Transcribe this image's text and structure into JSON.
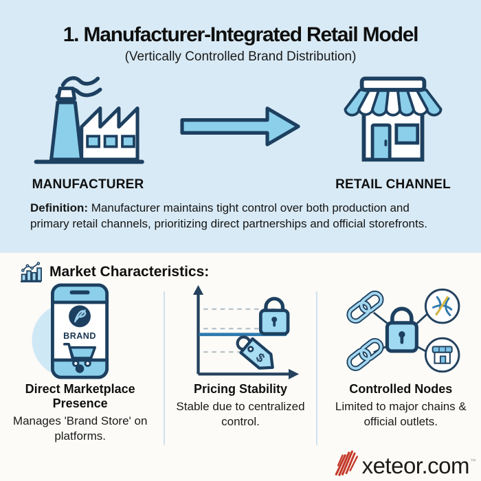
{
  "page": {
    "title": "1. Manufacturer-Integrated Retail Model",
    "subtitle": "(Vertically Controlled Brand Distribution)"
  },
  "flow_diagram": {
    "source_label": "MANUFACTURER",
    "target_label": "RETAIL CHANNEL"
  },
  "definition": {
    "label": "Definition:",
    "text": "Manufacturer maintains tight control over both production and primary retail channels, prioritizing direct partnerships and official storefronts."
  },
  "market_characteristics": {
    "heading": "Market Characteristics:",
    "items": [
      {
        "icon": "smartphone-brand-store-icon",
        "title": "Direct Marketplace Presence",
        "description": "Manages 'Brand Store' on platforms.",
        "phone_screen_label": "BRAND"
      },
      {
        "icon": "price-chart-lock-icon",
        "title": "Pricing Stability",
        "description": "Stable due to centralized control.",
        "tag_symbol": "$"
      },
      {
        "icon": "controlled-network-icon",
        "title": "Controlled Nodes",
        "description": "Limited to major chains & official outlets."
      }
    ]
  },
  "footer": {
    "brand": "xeteor.com",
    "trademark": "™"
  },
  "colors": {
    "top_background": "#d8eaf5",
    "bottom_background": "#fcfbf7",
    "outline_navy": "#1d4060",
    "fill_light_blue": "#8ccfeb",
    "fill_pale_blue": "#cfe8f6",
    "accent_line_blue": "#2e79ad",
    "divider": "#cfe2ee",
    "logo_red": "#c43a2b",
    "text_dark": "#141414"
  }
}
